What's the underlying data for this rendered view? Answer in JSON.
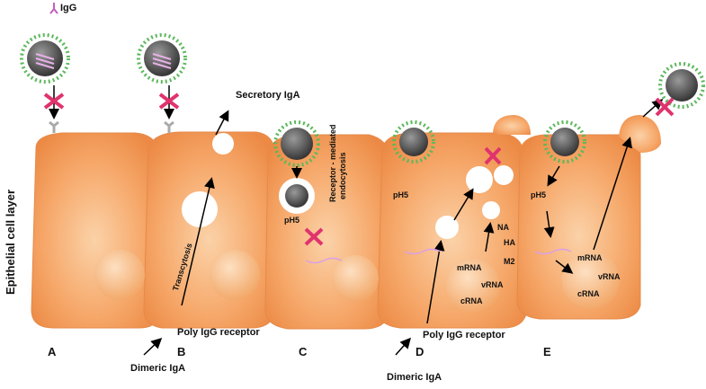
{
  "labels": {
    "igg": "IgG",
    "epithelial_layer": "Epithelial cell layer",
    "secretory_iga": "Secretory IgA",
    "transcytosis": "Transcytosis",
    "poly_igg_receptor": "Poly IgG receptor",
    "dimeric_iga": "Dimeric IgA",
    "receptor_mediated_endocytosis_1": "Receptor - mediated",
    "receptor_mediated_endocytosis_2": "endocytosis",
    "ph5": "pH5",
    "na": "NA",
    "ha": "HA",
    "m2": "M2",
    "mrna": "mRNA",
    "vrna": "vRNA",
    "crna": "cRNA"
  },
  "panels": [
    "A",
    "B",
    "C",
    "D",
    "E"
  ],
  "colors": {
    "cell": "#f4a261",
    "cell_edge": "#e07b39",
    "nucleus": "#f7b87a",
    "virus_core": "#4a4a4a",
    "spike_green": "#5cb85c",
    "spike_blue": "#5bc0de",
    "block_x": "#e0336e",
    "antibody": "#c060c0",
    "iga_yellow": "#f0c020"
  }
}
